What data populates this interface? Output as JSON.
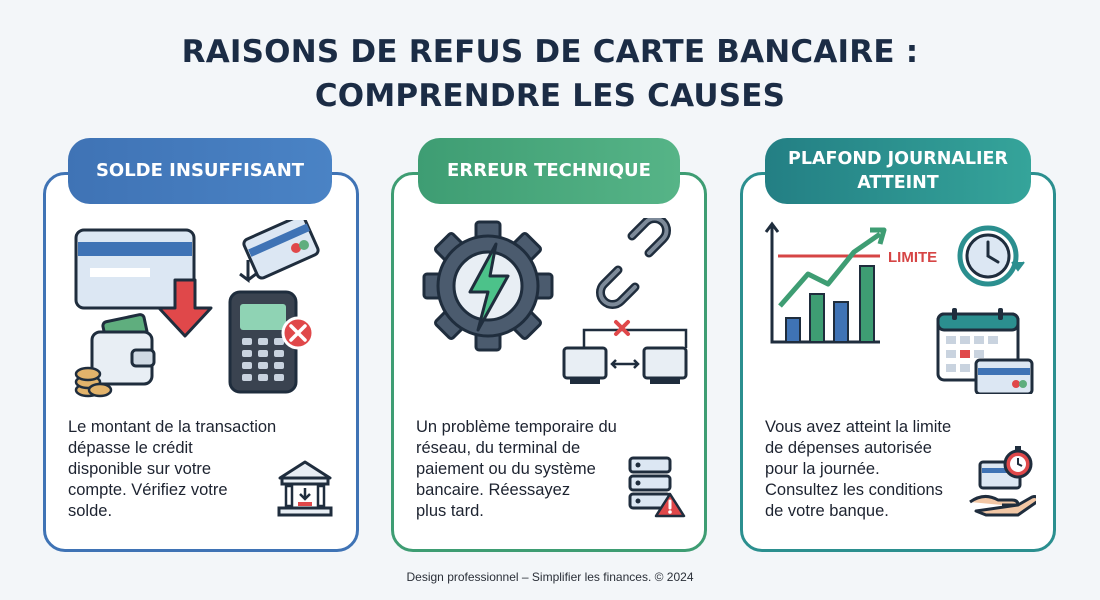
{
  "title_line1": "RAISONS DE REFUS DE CARTE BANCAIRE :",
  "title_line2": "COMPRENDRE LES CAUSES",
  "cards": [
    {
      "heading": "SOLDE INSUFFISANT",
      "desc_lines": [
        "Le montant de la transaction",
        "dépasse le crédit",
        "disponible sur votre",
        "compte. Vérifiez votre",
        "solde."
      ],
      "color": "#3f73b5"
    },
    {
      "heading": "ERREUR TECHNIQUE",
      "desc_lines": [
        "Un problème temporaire du",
        "réseau, du terminal de",
        "paiement ou du système",
        "bancaire. Réessayez",
        "plus tard."
      ],
      "color": "#3e9d73"
    },
    {
      "heading_line1": "PLAFOND JOURNALIER",
      "heading_line2": "ATTEINT",
      "limit_label": "LIMITE",
      "desc_lines": [
        "Vous avez atteint la limite",
        "de dépenses autorisée",
        "pour la journée.",
        "Consultez les conditions",
        "de votre banque."
      ],
      "color": "#2b8f8f"
    }
  ],
  "footer": "Design professionnel – Simplifier les finances. © 2024"
}
